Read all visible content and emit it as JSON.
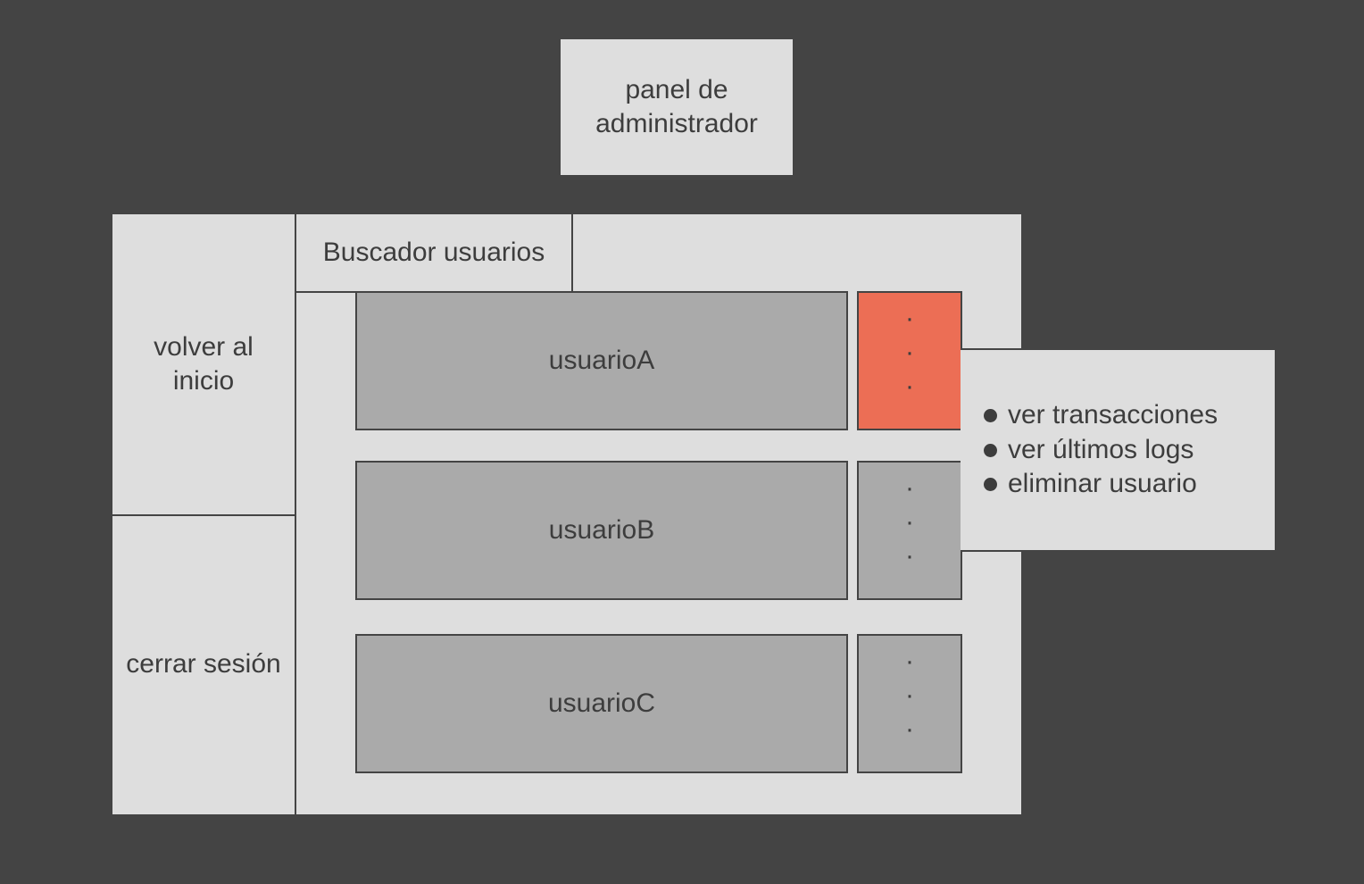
{
  "title": "panel de administrador",
  "nav": {
    "home": "volver al inicio",
    "logout": "cerrar sesión"
  },
  "search": {
    "label": "Buscador usuarios"
  },
  "users": [
    {
      "name": "usuarioA",
      "more": "·\n·\n·",
      "active": true
    },
    {
      "name": "usuarioB",
      "more": "·\n·\n·",
      "active": false
    },
    {
      "name": "usuarioC",
      "more": "·\n·\n·",
      "active": false
    }
  ],
  "context_menu": {
    "items": [
      "ver transacciones",
      "ver últimos logs",
      "eliminar usuario"
    ]
  },
  "colors": {
    "background": "#444444",
    "panel": "#dedede",
    "row": "#aaaaaa",
    "active": "#ec6e55",
    "text": "#3d3d3d"
  }
}
